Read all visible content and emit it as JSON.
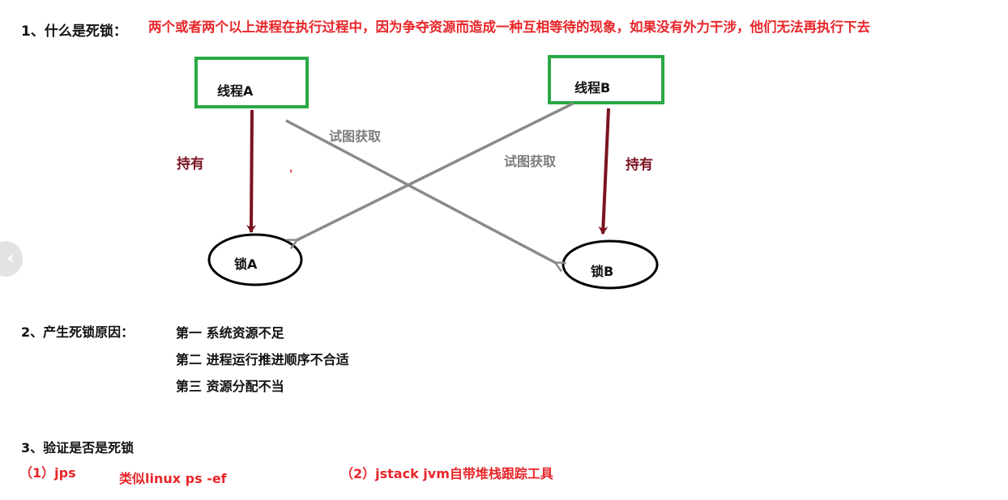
{
  "section1": {
    "heading": "1、什么是死锁：",
    "definition": "两个或者两个以上进程在执行过程中，因为争夺资源而造成一种互相等待的现象，如果没有外力干涉，他们无法再执行下去"
  },
  "diagram": {
    "thread_a": "线程A",
    "thread_b": "线程B",
    "lock_a": "锁A",
    "lock_b": "锁B",
    "hold_left": "持有",
    "hold_right": "持有",
    "try_acquire_left": "试图获取",
    "try_acquire_right": "试图获取",
    "stray_mark": "'"
  },
  "section2": {
    "heading": "2、产生死锁原因：",
    "reasons": [
      "第一 系统资源不足",
      "第二 进程运行推进顺序不合适",
      "第三 资源分配不当"
    ]
  },
  "section3": {
    "heading": "3、验证是否是死锁",
    "step1": "（1）jps",
    "step1_note": "类似linux  ps -ef",
    "step2": "（2）jstack  jvm自带堆栈跟踪工具"
  },
  "nav": {
    "prev_icon": "‹"
  },
  "colors": {
    "red": "#e8262a",
    "green_box": "#2aa845",
    "maroon_arrow": "#7a1320",
    "grey_arrow": "#8a8a8a",
    "nav_bg": "#e3e3e3"
  }
}
